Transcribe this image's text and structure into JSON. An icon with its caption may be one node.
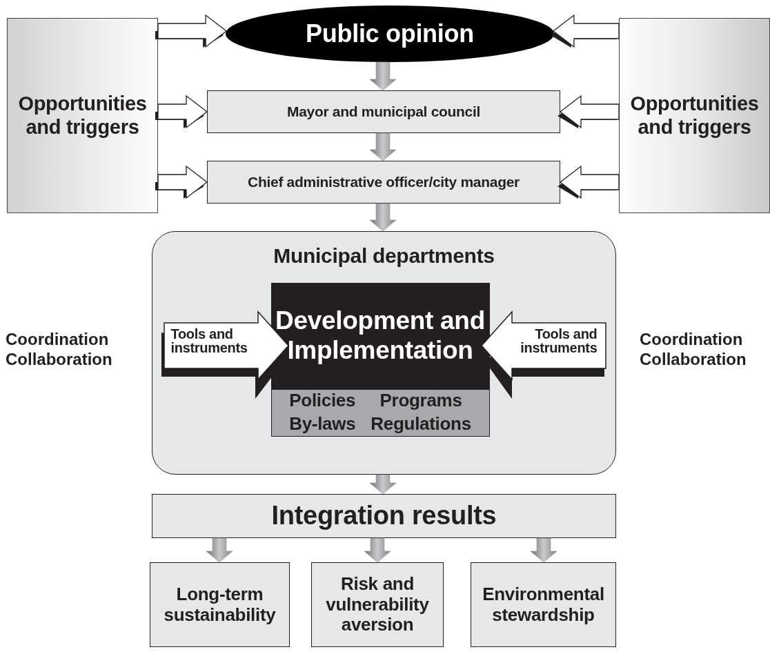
{
  "diagram": {
    "nodes": [
      {
        "text": [
          "Opportunities and triggers"
        ]
      },
      {
        "text": [
          "Public opinion"
        ]
      },
      {
        "text": [
          "Opportunities and triggers"
        ]
      },
      {
        "text": [
          "Mayor and municipal council"
        ]
      },
      {
        "text": [
          "Chief administrative officer/city manager"
        ]
      },
      {
        "text": [
          "Municipal departments"
        ]
      },
      {
        "text": [
          "Development and Implementation"
        ],
        "in": 5
      },
      {
        "text": [
          "Policies",
          "Programs",
          "By-laws",
          "Regulations"
        ],
        "in": 5
      },
      {
        "text": [
          "Tools and instruments"
        ],
        "in": 5
      },
      {
        "text": [
          "Tools and instruments"
        ],
        "in": 5
      },
      {
        "text": [
          "Integration results"
        ]
      },
      {
        "text": [
          "Long-term sustainability"
        ]
      },
      {
        "text": [
          "Risk and vulnerability aversion"
        ]
      },
      {
        "text": [
          "Environmental stewardship"
        ]
      }
    ],
    "edges": [
      {
        "from": 0,
        "to": 1,
        "arrow": "to"
      },
      {
        "from": 0,
        "to": 3,
        "arrow": "to"
      },
      {
        "from": 0,
        "to": 4,
        "arrow": "to"
      },
      {
        "from": 2,
        "to": 1,
        "arrow": "to"
      },
      {
        "from": 2,
        "to": 3,
        "arrow": "to"
      },
      {
        "from": 2,
        "to": 4,
        "arrow": "to"
      },
      {
        "from": 1,
        "to": 3,
        "arrow": "to",
        "color": "#8a8a8a"
      },
      {
        "from": 3,
        "to": 4,
        "arrow": "to",
        "color": "#8a8a8a"
      },
      {
        "from": 4,
        "to": 5,
        "arrow": "to",
        "color": "#8a8a8a"
      },
      {
        "from": 5,
        "to": 10,
        "arrow": "to",
        "color": "#8a8a8a"
      },
      {
        "from": 10,
        "to": 11,
        "arrow": "to",
        "color": "#8a8a8a"
      },
      {
        "from": 10,
        "to": 12,
        "arrow": "to",
        "color": "#8a8a8a"
      },
      {
        "from": 10,
        "to": 13,
        "arrow": "to",
        "color": "#8a8a8a"
      }
    ],
    "labels": [
      "Coordination Collaboration",
      "Coordination Collaboration"
    ]
  }
}
